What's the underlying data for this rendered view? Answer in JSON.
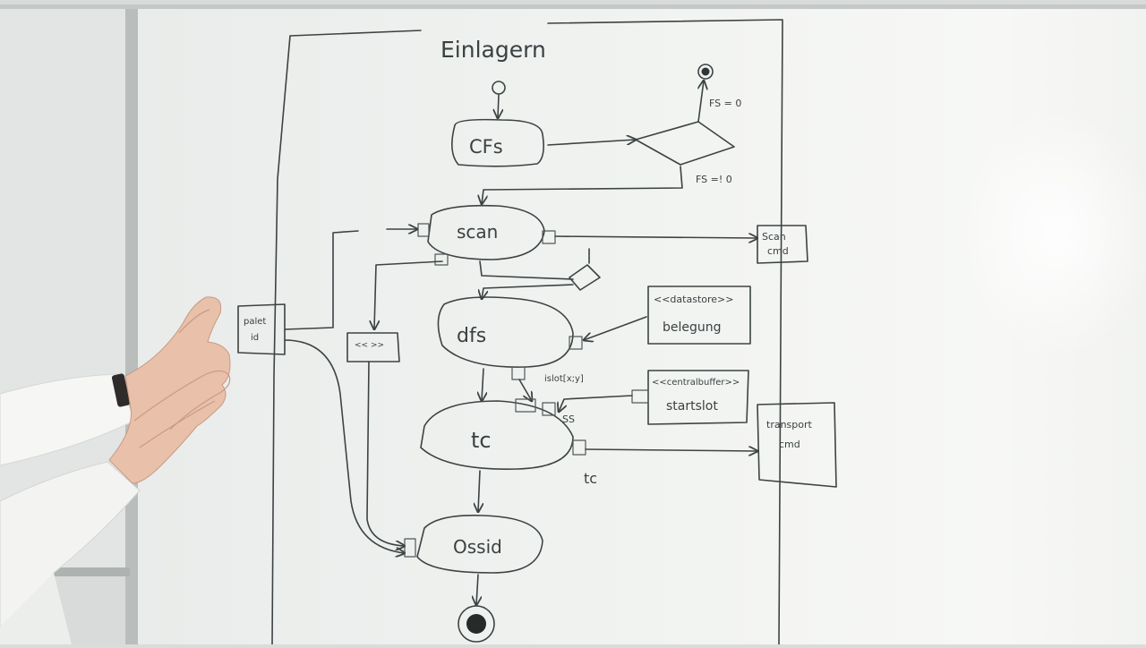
{
  "diagram": {
    "title": "Einlagern",
    "nodes": {
      "cfs": "CFs",
      "scan": "scan",
      "dfs": "dfs",
      "tc": "tc",
      "ossid": "Ossid",
      "scan_cmd_1": "Scan",
      "scan_cmd_2": "cmd",
      "pallet_id_1": "palet",
      "pallet_id_2": "id",
      "merge_pin": "<<    >>",
      "datastore_stereo": "<<datastore>>",
      "datastore_name": "belegung",
      "buffer_stereo": "<<centralbuffer>>",
      "buffer_name": "startslot",
      "transport_cmd_1": "transport",
      "transport_cmd_2": "cmd"
    },
    "guards": {
      "fs_eq_0": "FS = 0",
      "fs_neq_0": "FS =! 0"
    },
    "pin_labels": {
      "islot": "islot[x;y]",
      "ss": "SS",
      "tc_pin": "tc"
    }
  }
}
